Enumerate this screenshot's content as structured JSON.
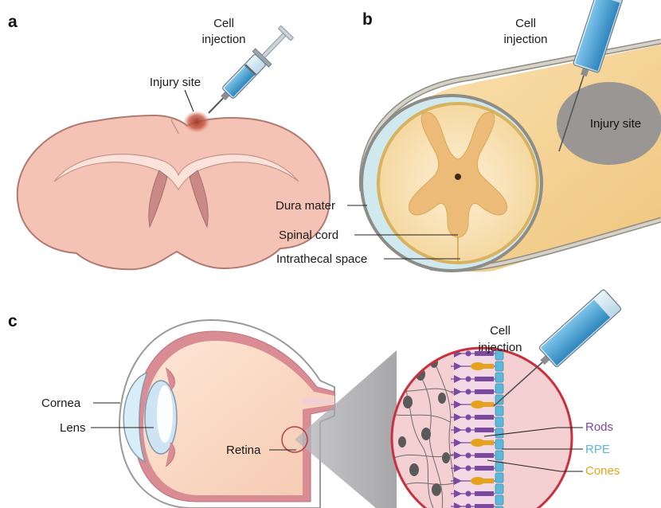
{
  "panels": {
    "a": {
      "letter": "a",
      "cell_injection": [
        "Cell",
        "injection"
      ],
      "injury_site": "Injury site"
    },
    "b": {
      "letter": "b",
      "cell_injection": [
        "Cell",
        "injection"
      ],
      "injury_site": "Injury site",
      "dura_mater": "Dura mater",
      "spinal_cord": "Spinal cord",
      "intrathecal_space": "Intrathecal space"
    },
    "c": {
      "letter": "c",
      "cell_injection": [
        "Cell",
        "injection"
      ],
      "cornea": "Cornea",
      "lens": "Lens",
      "retina": "Retina",
      "rods": "Rods",
      "rpe": "RPE",
      "cones": "Cones"
    }
  },
  "colors": {
    "brain_fill": "#f5c3b6",
    "brain_stroke": "#b07a70",
    "cord_fill": "#f7d79a",
    "grey_matter": "#e9b673",
    "meninges": "#cfe9ee",
    "eye_wall": "#d98c93",
    "syringe_fluid": "#5aa9d6",
    "rods": "#7b4aa0",
    "rpe": "#5db7d8",
    "cones": "#e6a21c",
    "injury": "#8f8f93"
  }
}
